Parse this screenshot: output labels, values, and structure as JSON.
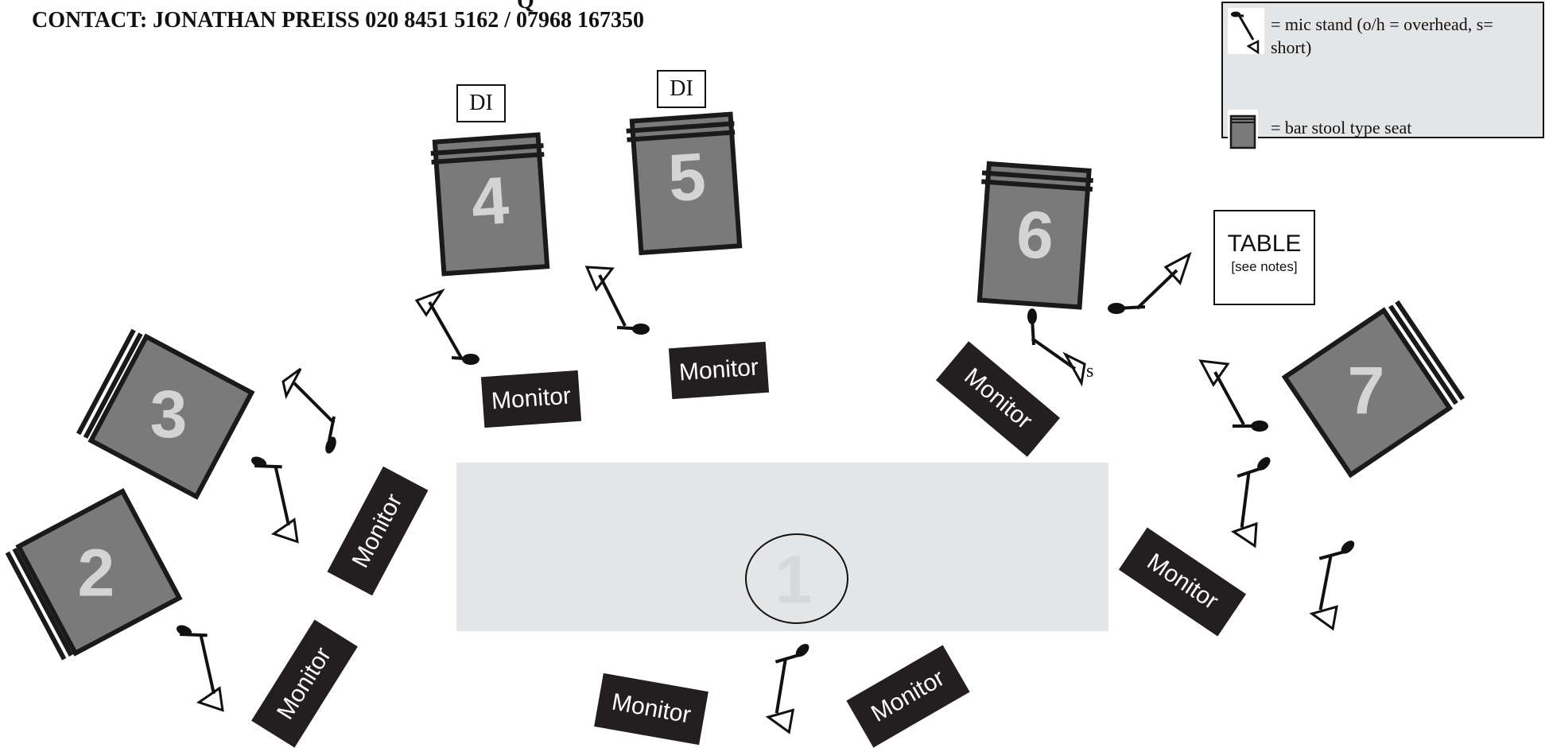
{
  "header": {
    "contact": "CONTACT: JONATHAN PREISS 020 8451 5162 / 07968 167350",
    "cut_glyph": "Q"
  },
  "legend": {
    "mic_text": "= mic stand (o/h = overhead, s= short)",
    "stool_text": "= bar stool type seat",
    "mic_icon": "mic-stand-icon",
    "stool_icon": "bar-stool-icon"
  },
  "seats": [
    "2",
    "3",
    "4",
    "5",
    "6",
    "7"
  ],
  "center_position": "1",
  "di_label": "DI",
  "table": {
    "label": "TABLE",
    "note": "[see notes]"
  },
  "monitor_label": "Monitor",
  "short_mark": "s",
  "colors": {
    "seat_fill": "#7a7a7a",
    "seat_border": "#1a1a1a",
    "monitor_fill": "#231f20",
    "stage_fill": "#e4e5e7",
    "number_fill": "#d4d4d4"
  }
}
